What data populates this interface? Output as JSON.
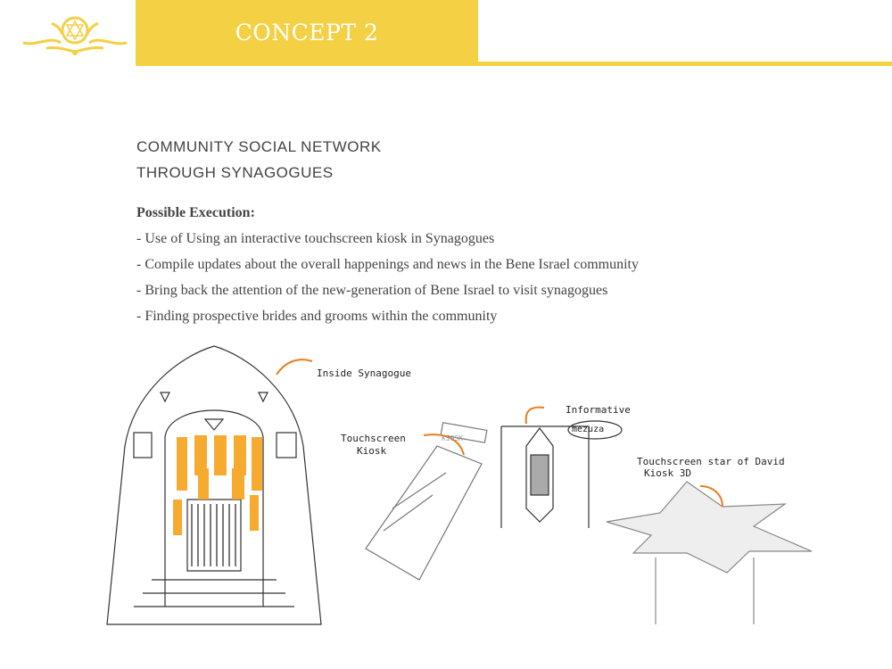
{
  "header": {
    "title": "CONCEPT 2",
    "accent": "#f4d044"
  },
  "subtitle": {
    "line1": "COMMUNITY SOCIAL NETWORK",
    "line2": "THROUGH SYNAGOGUES"
  },
  "body": {
    "heading": "Possible Execution:",
    "bullets": [
      "- Use of  Using an interactive touchscreen kiosk in Synagogues",
      "- Compile updates about the overall happenings and news in the Bene Israel community",
      "- Bring back the attention of the new-generation of Bene Israel to visit synagogues",
      "- Finding prospective brides and grooms within the community"
    ]
  },
  "sketches": {
    "inside": "Inside Synagogue",
    "kiosk1": "Touchscreen",
    "kiosk2": "Kiosk",
    "kiosk_tag": "KIOSK",
    "informative": "Informative",
    "mezuza": "mezuza",
    "star1": "Touchscreen  star of David",
    "star2": "Kiosk 3D"
  }
}
